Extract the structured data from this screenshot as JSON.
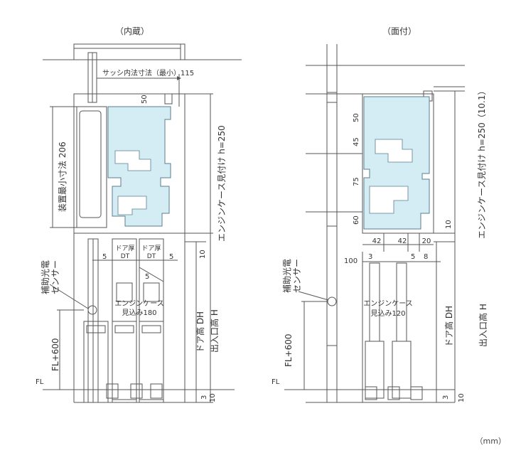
{
  "views": {
    "left_title": "（内蔵）",
    "right_title": "（面付）"
  },
  "left": {
    "sash_label": "サッシ内法寸法（最小）115",
    "min_install": "装置最小寸法 206",
    "engine_visible": "エンジンケース見付け h=250",
    "door_thick_1": "ドア厚",
    "door_thick_2": "DT",
    "case_depth_1": "エンジンケース",
    "case_depth_2": "見込み180",
    "door_height": "ドア高 DH",
    "exit_height": "出入口高 H",
    "sensor_1": "補助光電",
    "sensor_2": "センサー",
    "fl600": "FL+600",
    "fl": "FL",
    "d50": "50",
    "d5a": "5",
    "d5b": "5",
    "d5c": "5",
    "d10": "10",
    "d3": "3",
    "d10b": "10"
  },
  "right": {
    "engine_visible": "エンジンケース見付け h=250（10.1）",
    "d50": "50",
    "d45": "45",
    "d75": "75",
    "d60": "60",
    "d42a": "42",
    "d42b": "42",
    "d20": "20",
    "d10": "10",
    "d100": "100",
    "d3": "3",
    "d5": "5",
    "d8": "8",
    "case_depth_1": "エンジンケース",
    "case_depth_2": "見込み120",
    "door_height": "ドア高 DH",
    "exit_height": "出入口高 H",
    "sensor_1": "補助光電",
    "sensor_2": "センサー",
    "fl600": "FL+600",
    "fl": "FL",
    "d3b": "3",
    "d10b": "10"
  },
  "unit": "（mm）",
  "colors": {
    "line": "#555555",
    "fill": "#d4ecf4",
    "accent": "#9ccbe0"
  }
}
